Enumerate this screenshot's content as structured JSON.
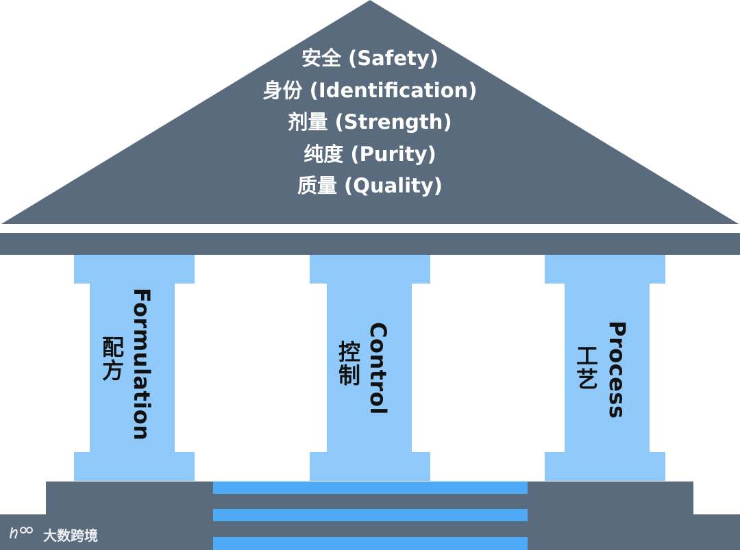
{
  "colors": {
    "slate": "#5a6b7d",
    "pillar": "#8ec9f9",
    "step": "#4eaaf4",
    "text": "#111111"
  },
  "roof": {
    "lines": [
      "安全 (Safety)",
      "身份 (Identification)",
      "剂量 (Strength)",
      "纯度 (Purity)",
      "质量 (Quality)"
    ]
  },
  "pillars": [
    {
      "en": "Formulation",
      "cn": "配方"
    },
    {
      "en": "Control",
      "cn": "控制"
    },
    {
      "en": "Process",
      "cn": "工艺"
    }
  ],
  "watermark": {
    "text": "大数跨境"
  }
}
